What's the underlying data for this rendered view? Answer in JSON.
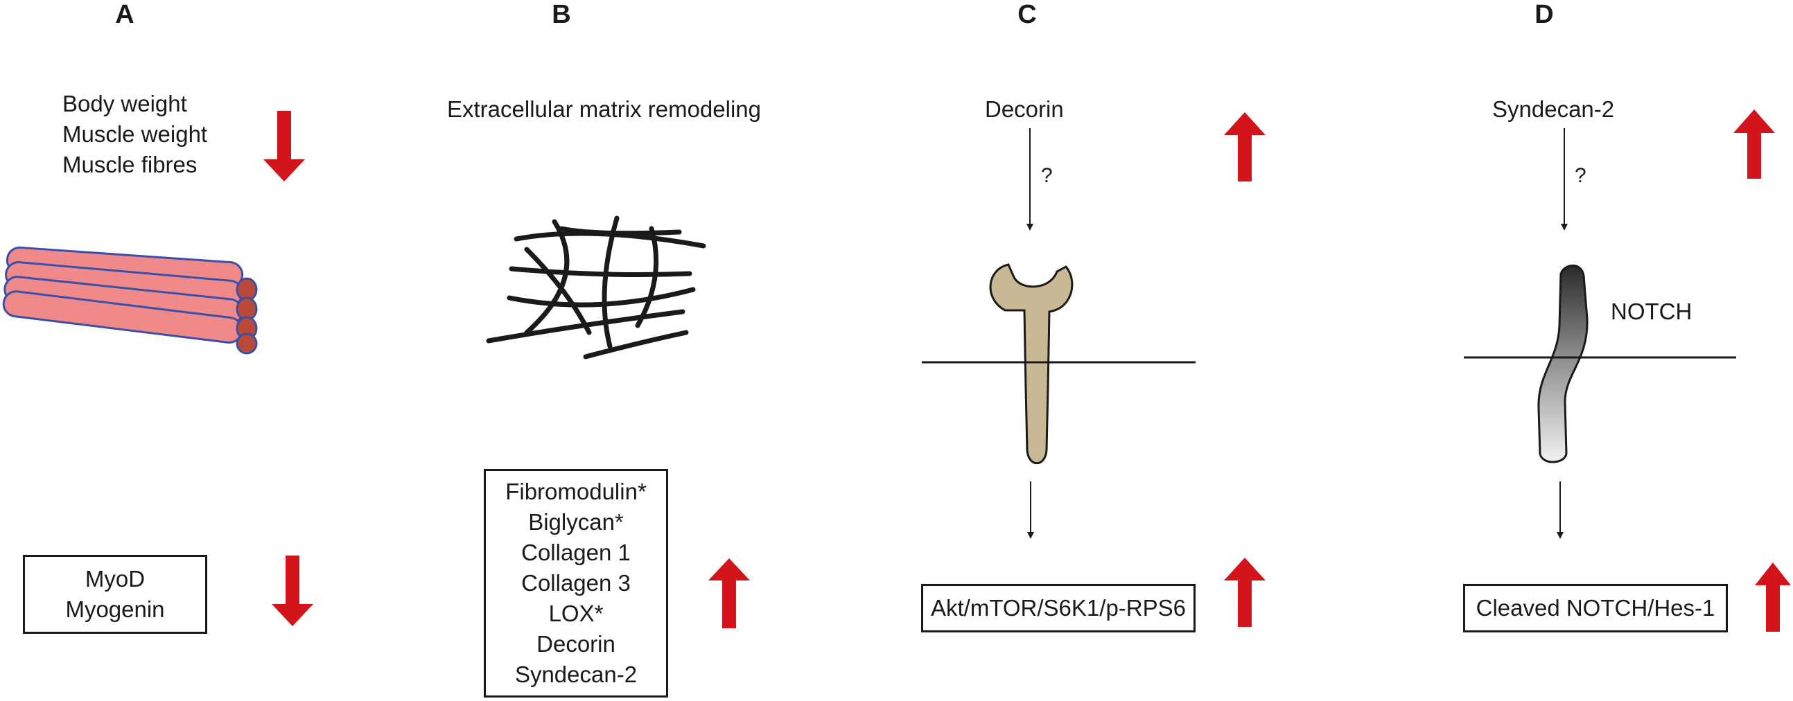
{
  "panels": {
    "a": {
      "letter": "A",
      "effects": [
        "Body weight",
        "Muscle weight",
        "Muscle fibres"
      ],
      "markers": [
        "MyoD",
        "Myogenin"
      ]
    },
    "b": {
      "letter": "B",
      "title": "Extracellular matrix remodeling",
      "components": [
        "Fibromodulin*",
        "Biglycan*",
        "Collagen 1",
        "Collagen 3",
        "LOX*",
        "Decorin",
        "Syndecan-2"
      ]
    },
    "c": {
      "letter": "C",
      "ligand": "Decorin",
      "unknown_mark": "?",
      "pathway": "Akt/mTOR/S6K1/p-RPS6"
    },
    "d": {
      "letter": "D",
      "ligand": "Syndecan-2",
      "unknown_mark": "?",
      "receptor": "NOTCH",
      "pathway": "Cleaved NOTCH/Hes-1"
    }
  },
  "colors": {
    "arrow_red": "#d3151b",
    "fibre_pink": "#f08a8a",
    "fibre_outline": "#3a4fa8",
    "fibre_end": "#b94a3a",
    "receptor_tan": "#c8b994"
  }
}
